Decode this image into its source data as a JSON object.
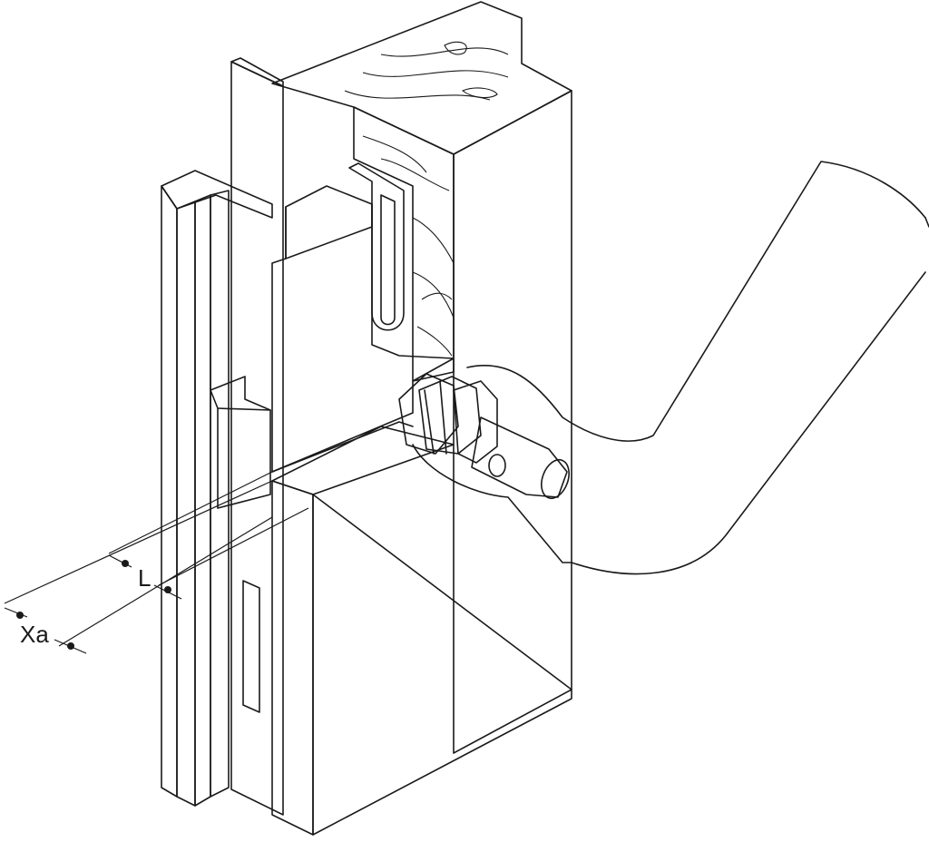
{
  "diagram": {
    "labels": {
      "xa": "Xa",
      "l": "L"
    },
    "colors": {
      "outline": "#1a1a1a",
      "surface": "#ffffff",
      "metal_light": "#e3e3e3",
      "metal_mid": "#cfcfcf",
      "sensor_dark": "#6a6a6a",
      "sensor_mid": "#9a9a9a"
    },
    "components": [
      "door-frame",
      "door-leaf",
      "actuator-plate",
      "mounting-bracket",
      "sensor-barrel",
      "cable"
    ]
  }
}
